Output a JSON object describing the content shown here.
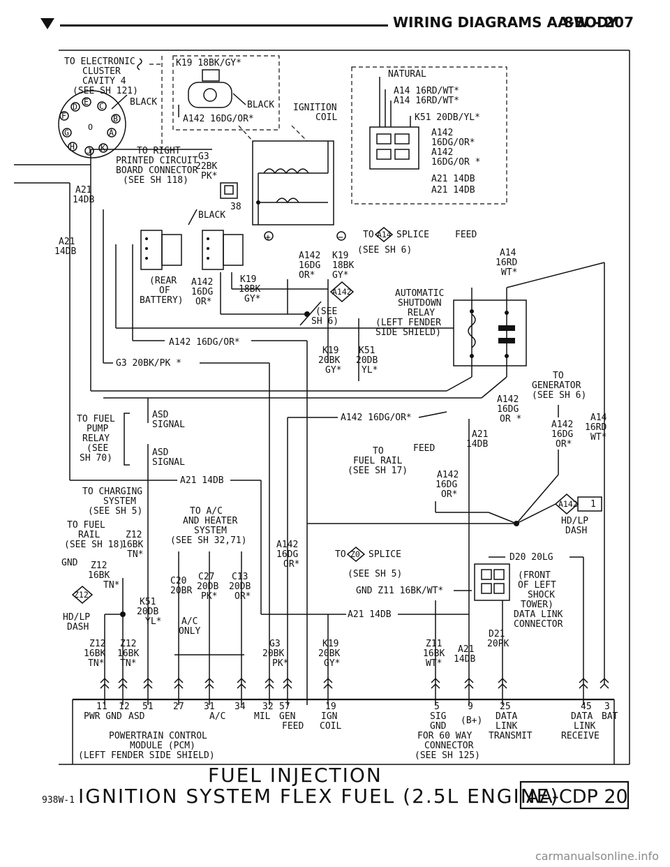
{
  "header": {
    "title": "WIRING DIAGRAMS AA-BODY",
    "section": "8W - 207"
  },
  "diagram_title": {
    "line1": "FUEL INJECTION",
    "prefix": "938W-1",
    "line2": "IGNITION SYSTEM FLEX FUEL (2.5L ENGINE)",
    "code": "AA-CDP 20"
  },
  "labels": {
    "electronic_cluster": [
      "TO ELECTRONIC",
      "CLUSTER",
      "CAVITY 4",
      "(SEE SH 121)"
    ],
    "cluster_pins": [
      "D",
      "E",
      "F",
      "C",
      "G",
      "O",
      "B",
      "A",
      "H",
      "J",
      "K"
    ],
    "black1": "BLACK",
    "k19_top": "K19 18BK/GY*",
    "black2": "BLACK",
    "a142_top": "A142 16DG/OR*",
    "ignition_coil": [
      "IGNITION",
      "COIL"
    ],
    "natural": "NATURAL",
    "a14_1": "A14 16RD/WT*",
    "a14_2": "A14 16RD/WT*",
    "k51_top": "K51 20DB/YL*",
    "a142_coil1": [
      "A142",
      "16DG/OR*"
    ],
    "a142_coil2": [
      "A142",
      "16DG/OR *"
    ],
    "a21_coil1": "A21 14DB",
    "a21_coil2": "A21 14DB",
    "printed_circuit": [
      "TO RIGHT",
      "PRINTED CIRCUIT",
      "BOARD CONNECTOR",
      "(SEE SH 118)"
    ],
    "g3_22": [
      "G3",
      "22BK",
      "PK*"
    ],
    "a21_left1": [
      "A21",
      "14DB"
    ],
    "a21_left2": [
      "A21",
      "14DB"
    ],
    "ground38": "38",
    "black3": "BLACK",
    "rear_battery": [
      "(REAR",
      "OF",
      "BATTERY)"
    ],
    "a142_rear": [
      "A142",
      "16DG",
      "OR*"
    ],
    "k19_rear": [
      "K19",
      "18BK",
      "GY*"
    ],
    "plus": "+",
    "minus": "−",
    "a142_coilpin": [
      "A142",
      "16DG",
      "OR*"
    ],
    "k19_coilpin": [
      "K19",
      "18BK",
      "GY*"
    ],
    "splice_a14": [
      "TO",
      "A14",
      "SPLICE",
      "(SEE SH 6)"
    ],
    "feed_top": "FEED",
    "a14_right": [
      "A14",
      "16RD",
      "WT*"
    ],
    "a142_diamond": "A142",
    "see_sh6": [
      "(SEE",
      "SH 6)"
    ],
    "asd_relay": [
      "AUTOMATIC",
      "SHUTDOWN",
      "RELAY",
      "(LEFT FENDER",
      "SIDE SHIELD)"
    ],
    "a142_main": "A142 16DG/OR*",
    "k19_k51": [
      "K19",
      "20BK",
      "GY*"
    ],
    "k51_mid": [
      "K51",
      "20DB",
      "YL*"
    ],
    "g3_20": "G3 20BK/PK *",
    "to_generator": [
      "TO",
      "GENERATOR",
      "(SEE SH 6)"
    ],
    "a142_gen": [
      "A142",
      "16DG",
      "OR *"
    ],
    "a14_gen": [
      "A14",
      "16RD",
      "WT*"
    ],
    "a142_gen2": [
      "A142",
      "16DG",
      "OR*"
    ],
    "fuel_pump_relay": [
      "TO FUEL",
      "PUMP",
      "RELAY",
      "(SEE",
      "SH 70)"
    ],
    "asd_signal1": [
      "ASD",
      "SIGNAL"
    ],
    "asd_signal2": [
      "ASD",
      "SIGNAL"
    ],
    "a142_16dg_mid": "A142 16DG/OR*",
    "a21_mid": [
      "A21",
      "14DB"
    ],
    "feed_rail": [
      "TO",
      "FEED",
      "FUEL RAIL",
      "(SEE SH 17)"
    ],
    "a142_rail": [
      "A142",
      "16DG",
      "OR*"
    ],
    "a21_14db_mid": "A21 14DB",
    "charging": [
      "TO CHARGING",
      "SYSTEM",
      "(SEE SH 5)"
    ],
    "fuel_rail_z12": [
      "TO FUEL",
      "RAIL",
      "(SEE SH 18)"
    ],
    "z12_top": [
      "Z12",
      "16BK",
      "TN*"
    ],
    "gnd_z12": [
      "GND",
      "Z12",
      "16BK",
      "TN*"
    ],
    "ac_heater": [
      "TO A/C",
      "AND HEATER",
      "SYSTEM",
      "(SEE SH 32,71)"
    ],
    "a142_pcm": [
      "A142",
      "16DG",
      "OR*"
    ],
    "splice_z0": [
      "TO",
      "Z0",
      "SPLICE",
      "(SEE SH 5)"
    ],
    "gnd_z11": "GND Z11 16BK/WT*",
    "d20": "D20 20LG",
    "data_link": [
      "(FRONT",
      "OF LEFT",
      "SHOCK",
      "TOWER)",
      "DATA LINK",
      "CONNECTOR"
    ],
    "hd_lp_dash_right": [
      "HD/LP",
      "DASH"
    ],
    "a142_diamond2": "A142",
    "a142_diamond2_n": "1",
    "z12_diamond": "Z12",
    "c20": [
      "C20",
      "20BR"
    ],
    "c27": [
      "C27",
      "20DB",
      "PK*"
    ],
    "c13": [
      "C13",
      "20DB",
      "OR*"
    ],
    "k51_low": [
      "K51",
      "20DB",
      "YL*"
    ],
    "hd_lp_dash_left": [
      "HD/LP",
      "DASH"
    ],
    "ac_only": [
      "A/C",
      "ONLY"
    ],
    "z12_low1": [
      "Z12",
      "16BK",
      "TN*"
    ],
    "z12_low2": [
      "Z12",
      "16BK",
      "TN*"
    ],
    "g3_low": [
      "G3",
      "20BK",
      "PK*"
    ],
    "k19_low": [
      "K19",
      "20BK",
      "GY*"
    ],
    "a21_low": "A21 14DB",
    "z11_low": [
      "Z11",
      "16BK",
      "WT*"
    ],
    "a21_low2": [
      "A21",
      "14DB"
    ],
    "d21": [
      "D21",
      "20PK"
    ],
    "pcm_pins": [
      "11",
      "12",
      "51",
      "27",
      "31",
      "34",
      "32",
      "57",
      "19"
    ],
    "pcm_pin_labels": [
      "PWR GND",
      "ASD",
      "A/C",
      "MIL",
      "GEN",
      "IGN",
      "FEED",
      "COIL"
    ],
    "pcm_name": [
      "POWERTRAIN CONTROL",
      "MODULE (PCM)",
      "(LEFT FENDER SIDE SHIELD)"
    ],
    "dl_pins": [
      "5",
      "9",
      "25",
      "45",
      "3"
    ],
    "dl_pin_labels": [
      "SIG",
      "GND",
      "(B+)",
      "DATA",
      "LINK",
      "TRANSMIT",
      "DATA",
      "LINK",
      "RECEIVE",
      "BAT"
    ],
    "dl_name": [
      "FOR 60 WAY",
      "CONNECTOR",
      "(SEE SH 125)"
    ]
  },
  "watermark": "carmanualsonline.info"
}
